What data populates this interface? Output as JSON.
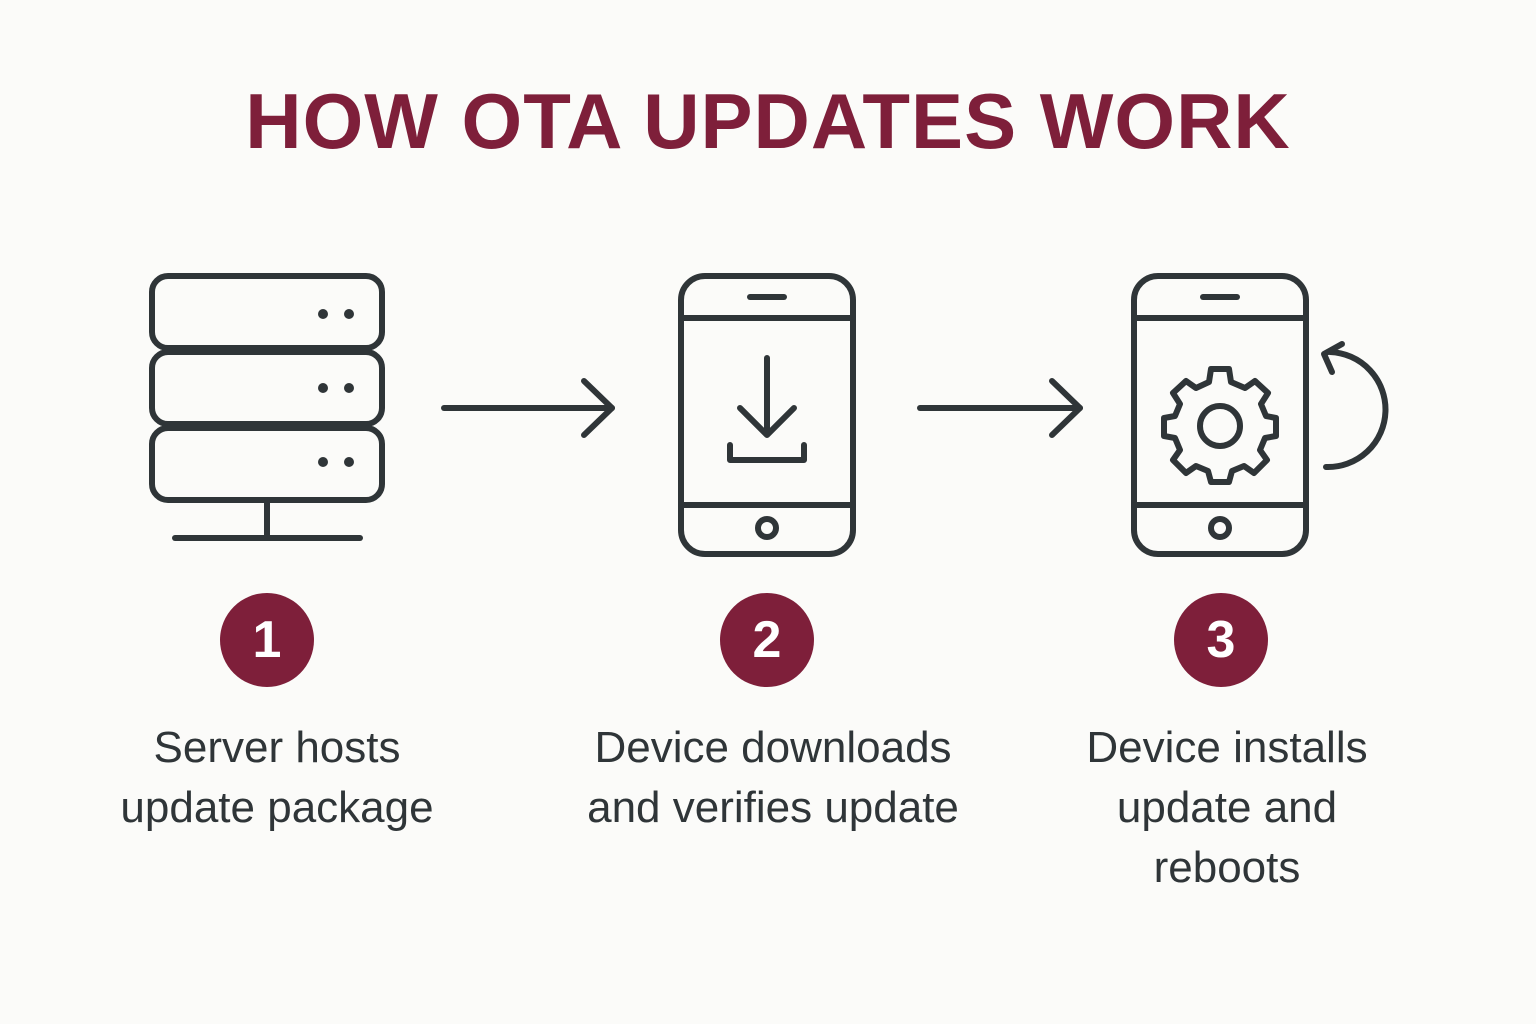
{
  "title": "HOW OTA UPDATES WORK",
  "colors": {
    "accent": "#7e1f3a",
    "line": "#2f3538",
    "background": "#fbfbf9"
  },
  "steps": [
    {
      "number": "1",
      "icon": "server-icon",
      "lines": [
        "Server hosts",
        "update package"
      ]
    },
    {
      "number": "2",
      "icon": "phone-download-icon",
      "lines": [
        "Device downloads",
        "and verifies update"
      ]
    },
    {
      "number": "3",
      "icon": "phone-gear-icon",
      "lines": [
        "Device installs",
        "update and",
        "reboots"
      ]
    }
  ],
  "connectors": [
    "arrow-right-icon",
    "arrow-right-icon",
    "reboot-arrow-icon"
  ]
}
